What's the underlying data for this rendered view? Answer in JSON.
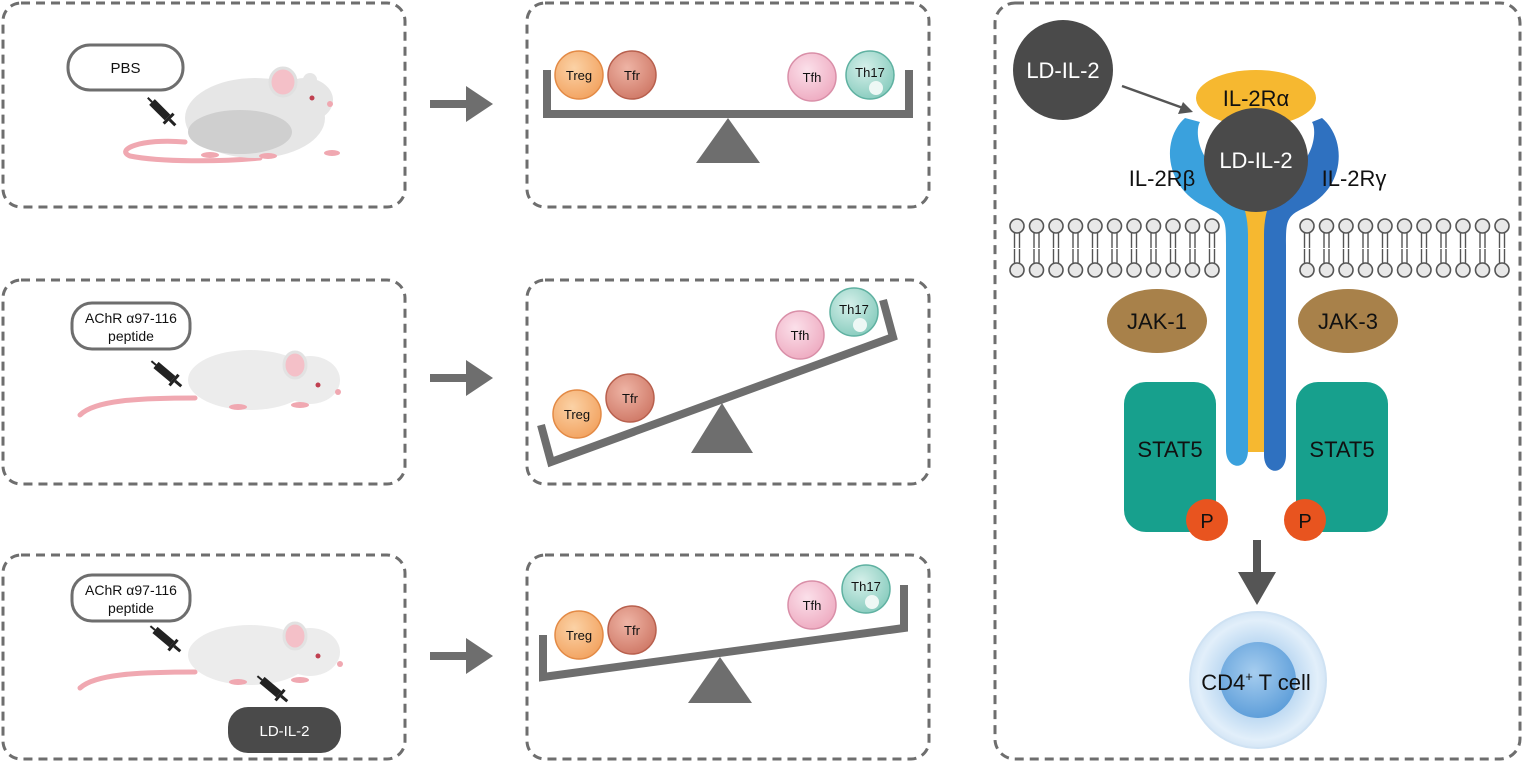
{
  "colors": {
    "dash": "#6e6e6e",
    "arrow": "#6e6e6e",
    "treg": "#f2a25f",
    "tfr": "#d9826f",
    "tfh": "#f2b6c9",
    "th17": "#92d3c6",
    "il2_dark": "#4a4a4a",
    "il2ra": "#f6b830",
    "il2rb": "#3aa1dd",
    "il2rg": "#2f71c0",
    "jak": "#a8814a",
    "stat5": "#17a08d",
    "phospho": "#e8541f",
    "cd4": "#bcd9f2",
    "mouse": "#e6e6e6",
    "tail": "#f0a8b1"
  },
  "panels": {
    "pbs": {
      "treatment_label": "PBS",
      "icons": [
        "syringe-icon",
        "mouse-icon"
      ],
      "scale": {
        "tilt": "balanced",
        "left_cells": [
          "Treg",
          "Tfr"
        ],
        "right_cells": [
          "Tfh",
          "Th17"
        ]
      }
    },
    "eamg": {
      "treatment_label_line1": "AChR α97-116",
      "treatment_label_line2": "peptide",
      "icons": [
        "syringe-icon",
        "mouse-icon"
      ],
      "scale": {
        "tilt": "left-down",
        "left_cells": [
          "Treg",
          "Tfr"
        ],
        "right_cells": [
          "Tfh",
          "Th17"
        ]
      }
    },
    "eamg_ld_il2": {
      "treatment_label_line1": "AChR α97-116",
      "treatment_label_line2": "peptide",
      "drug_label": "LD-IL-2",
      "icons": [
        "syringe-icon",
        "syringe-icon",
        "mouse-icon"
      ],
      "scale": {
        "tilt": "slight-left-down",
        "left_cells": [
          "Treg",
          "Tfr"
        ],
        "right_cells": [
          "Tfh",
          "Th17"
        ]
      }
    }
  },
  "mechanism": {
    "ligand_free": "LD-IL-2",
    "ligand_bound": "LD-IL-2",
    "il2ra": "IL-2Rα",
    "il2rb": "IL-2Rβ",
    "il2rg": "IL-2Rγ",
    "jak1": "JAK-1",
    "jak3": "JAK-3",
    "stat5_left": "STAT5",
    "stat5_right": "STAT5",
    "p_left": "P",
    "p_right": "P",
    "target_cell_main": "CD4",
    "target_cell_sup": "+",
    "target_cell_rest": " T cell"
  }
}
